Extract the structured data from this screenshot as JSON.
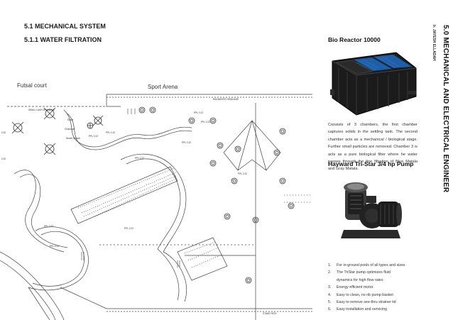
{
  "page": {
    "section_heading": "5.1 MECHANICAL SYSTEM",
    "subsection_heading": "5.1.1 WATER FILTRATION"
  },
  "sidebar": {
    "title": "5.0 MECHANICAL AND ELECTRICAL ENGINEER",
    "author": "Ir. JAYESH ELLADAH"
  },
  "site_plan": {
    "labels": {
      "futsal": "Futsal court",
      "sport_arena": "Sport Arena",
      "rainwater": "RAINWATER DRAINAGE",
      "small_lake": "SMALL LAKE DRAINAGE",
      "sand": "Sand",
      "charcoal": "Charcoal",
      "small_gravel": "Small Gravel",
      "pipe_label_a": "PPL 0.22",
      "pipe_label_b": "PPL 0.22",
      "pipe_label_c": "PPL 0.22",
      "pipe_label_d": "PPL 0.22",
      "pipe_label_e": "PPL 0.22",
      "pipe_label_f": "PPL 0.22",
      "pipe_label_g": "PPL 0.22",
      "pipe_label_h": "PPL 0.22",
      "pipe_label_i": "PPL 0.22",
      "pipe_label_j": "PPL 0.22",
      "stand_path": "STAND PATH",
      "edge_a": "0.22",
      "edge_b": "0.22"
    }
  },
  "bio_reactor": {
    "title": "Bio Reactor 10000",
    "description": "Consists of 3 chambers, the first chamber captures solids in the settling tank. The second chamber acts as a mechanical / biological stage. Further small particles are removed. Chamber 3 is acts as a pure biological filter where he water passes through the fine filtration of Blue Matala and Gray Matala."
  },
  "pump": {
    "title": "Hayward Tri-Star 3/4 hp Pump",
    "features": [
      {
        "num": "1.",
        "text": "For in-ground pools of all types and sizes"
      },
      {
        "num": "2.",
        "text": "The TriStar pump optimizes fluid"
      },
      {
        "num": "",
        "text": "dynamics for high flow rates"
      },
      {
        "num": "3.",
        "text": "Energy efficient motor."
      },
      {
        "num": "4.",
        "text": "Easy to clean, no rib pump basket"
      },
      {
        "num": "5.",
        "text": "Easy to remove see-thru strainer lid"
      },
      {
        "num": "6.",
        "text": "Easy installation and servicing"
      }
    ]
  },
  "colors": {
    "plan_line": "#444444",
    "tank_black": "#1b1b1b",
    "tank_blue": "#1f5fa8",
    "pump_black": "#222222"
  }
}
